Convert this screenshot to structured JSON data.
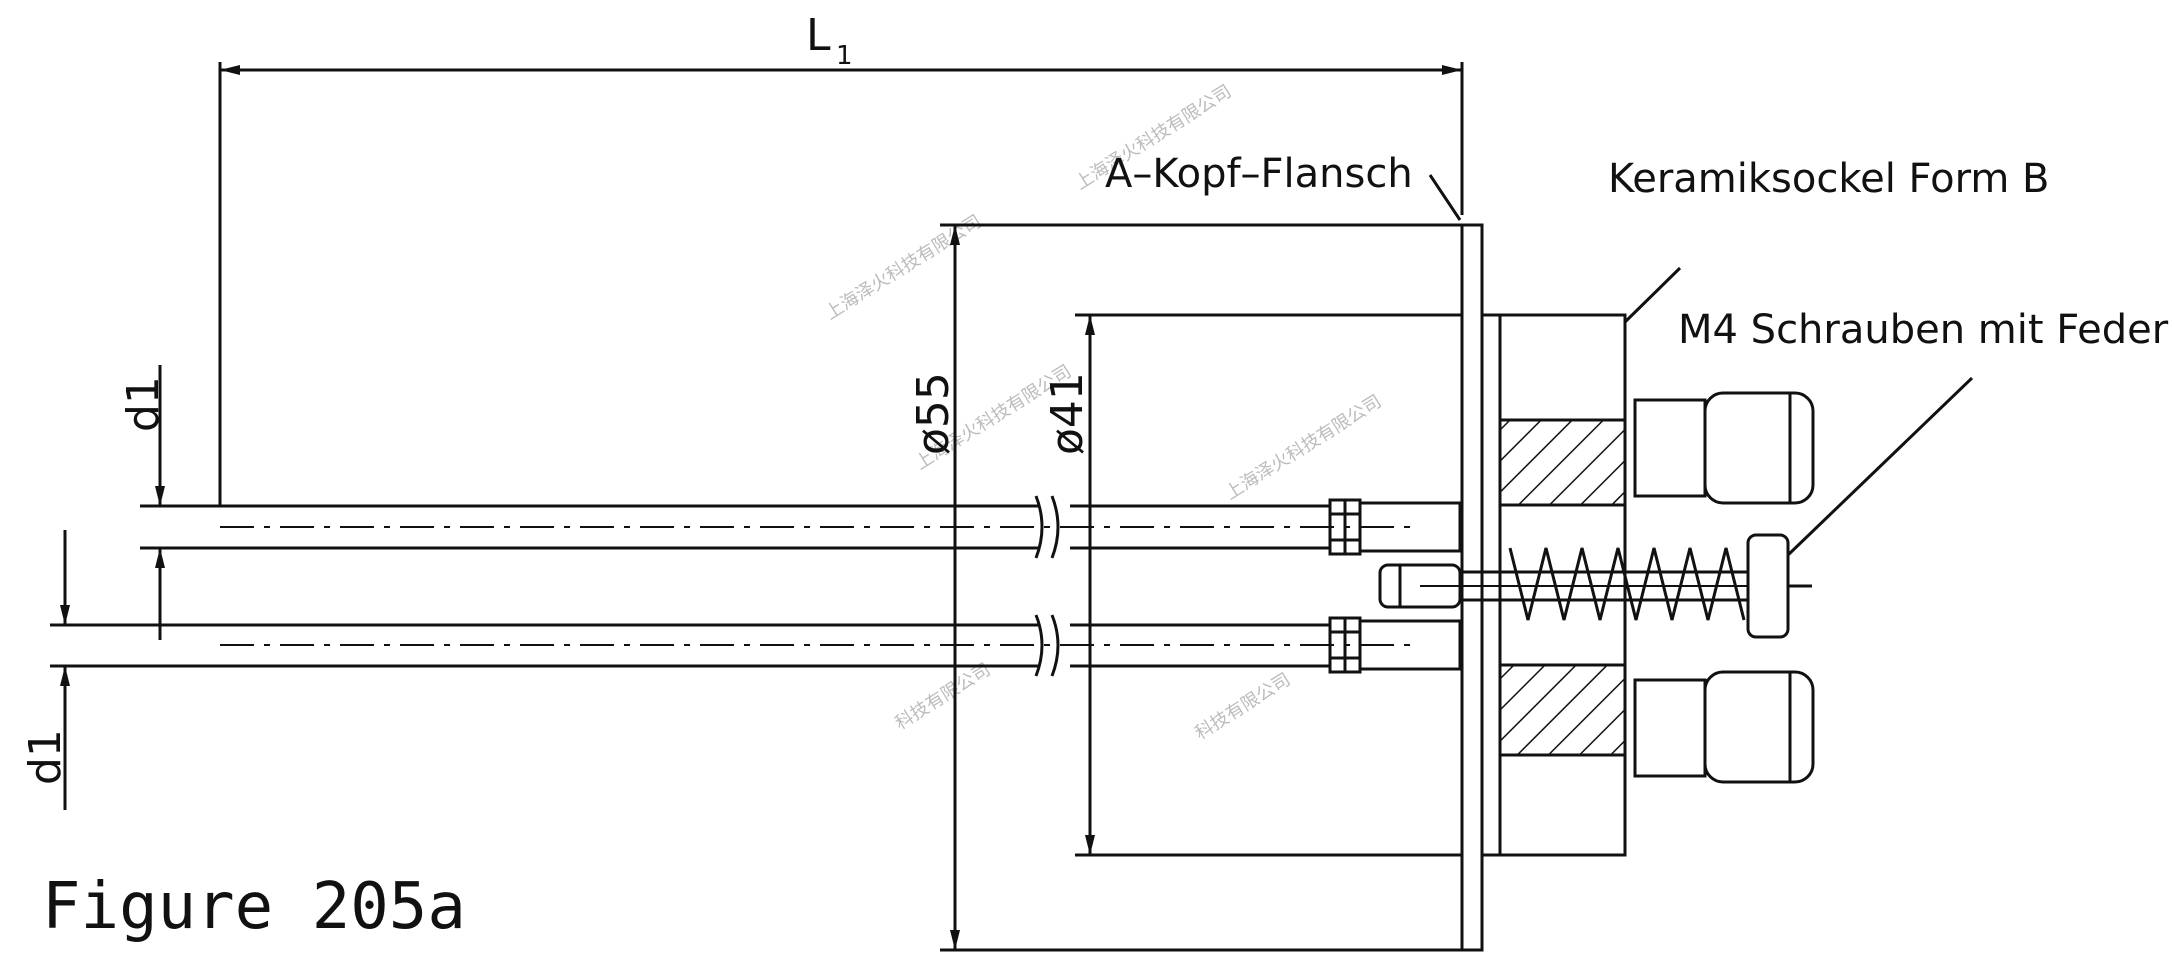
{
  "dimensions": {
    "L": "L",
    "L_sub": "1",
    "d55": "ø55",
    "d41": "ø41",
    "d1_upper": "d1",
    "d1_lower": "d1"
  },
  "callouts": {
    "head_flange": "A–Kopf–Flansch",
    "ceramic_base": "Keramiksockel Form B",
    "screws": "M4 Schrauben mit Feder"
  },
  "caption": "Figure 205a",
  "watermarks": [
    "上海泽火科技有限公司",
    "上海泽火科技有限公司",
    "上海泽火科技有限公司",
    "上海泽火科技有限公司",
    "科技有限公司",
    "科技有限公司"
  ]
}
